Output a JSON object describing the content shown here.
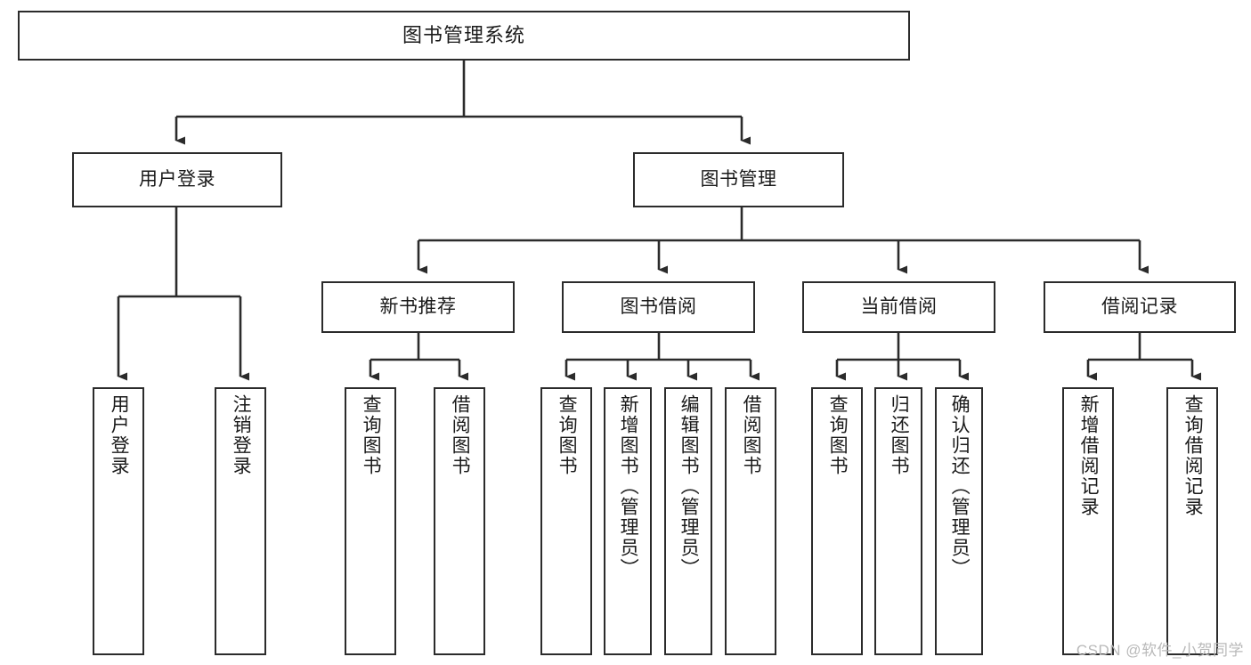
{
  "diagram": {
    "title": "图书管理系统",
    "type": "tree-hierarchy",
    "stroke_color": "#2b2b2b",
    "fill_color": "#ffffff",
    "text_color": "#1a1a1a",
    "watermark": "CSDN @软件_小贺同学"
  },
  "nodes": {
    "root": {
      "label": "图书管理系统"
    },
    "level2": [
      {
        "id": "user-login",
        "label": "用户登录"
      },
      {
        "id": "book-manage",
        "label": "图书管理"
      }
    ],
    "level3": [
      {
        "id": "new-book-rec",
        "label": "新书推荐"
      },
      {
        "id": "book-borrow",
        "label": "图书借阅"
      },
      {
        "id": "current-borrow",
        "label": "当前借阅"
      },
      {
        "id": "borrow-record",
        "label": "借阅记录"
      }
    ],
    "leaves": {
      "user_login": [
        {
          "id": "leaf-user-login",
          "label": "用户登录"
        },
        {
          "id": "leaf-logout-login",
          "label": "注销登录"
        }
      ],
      "new_book_rec": [
        {
          "id": "leaf-query-book-1",
          "label": "查询图书"
        },
        {
          "id": "leaf-borrow-book-1",
          "label": "借阅图书"
        }
      ],
      "book_borrow": [
        {
          "id": "leaf-query-book-2",
          "label": "查询图书"
        },
        {
          "id": "leaf-add-book",
          "label": "新增图书（管理员）"
        },
        {
          "id": "leaf-edit-book",
          "label": "编辑图书（管理员）"
        },
        {
          "id": "leaf-borrow-book-2",
          "label": "借阅图书"
        }
      ],
      "current_borrow": [
        {
          "id": "leaf-query-book-3",
          "label": "查询图书"
        },
        {
          "id": "leaf-return-book",
          "label": "归还图书"
        },
        {
          "id": "leaf-confirm-return",
          "label": "确认归还（管理员）"
        }
      ],
      "borrow_record": [
        {
          "id": "leaf-add-record",
          "label": "新增借阅记录"
        },
        {
          "id": "leaf-query-record",
          "label": "查询借阅记录"
        }
      ]
    }
  }
}
